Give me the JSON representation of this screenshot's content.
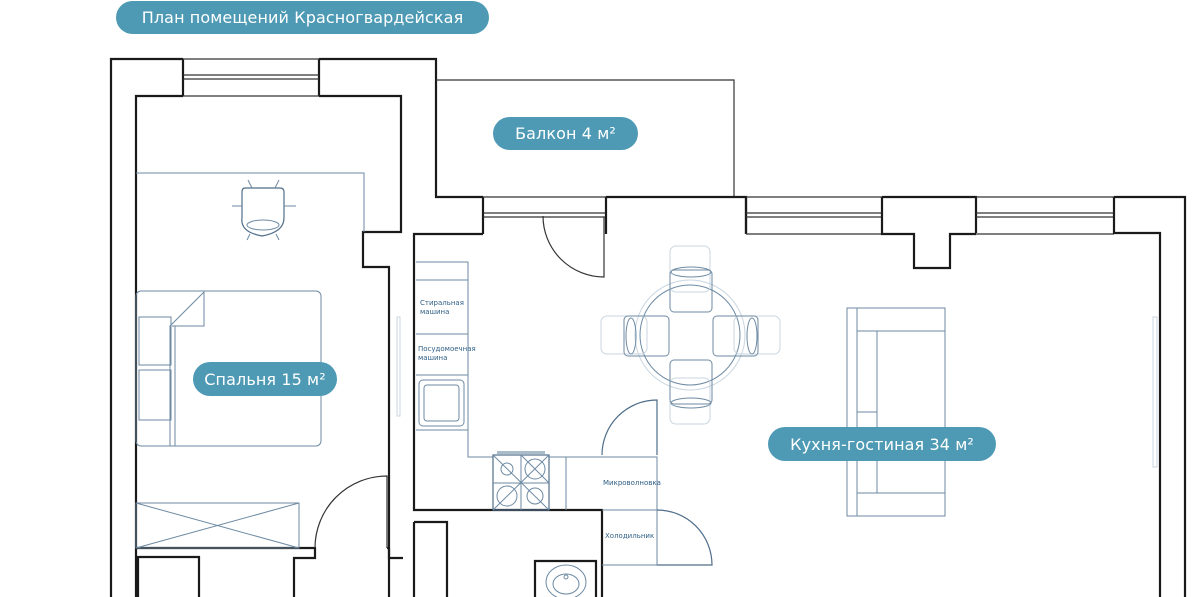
{
  "title": "План помещений Красногвардейская",
  "rooms": [
    {
      "id": "balcony",
      "label": "Балкон 4 м²",
      "area_m2": 4
    },
    {
      "id": "bedroom",
      "label": "Спальня 15 м²",
      "area_m2": 15
    },
    {
      "id": "kitchen_living",
      "label": "Кухня-гостиная 34 м²",
      "area_m2": 34
    }
  ],
  "appliances": {
    "washing_machine": "Стиральная машина",
    "washing_machine_line1": "Стиральная",
    "washing_machine_line2": "машина",
    "dishwasher_line1": "Посудомоечная",
    "dishwasher_line2": "машина",
    "microwave": "Микроволновка",
    "fridge": "Холодильник"
  },
  "colors": {
    "accent": "#4e9ab5",
    "wall": "#1a1a1a",
    "furniture": "#6d8aa3",
    "label_text": "#2f5f86"
  }
}
